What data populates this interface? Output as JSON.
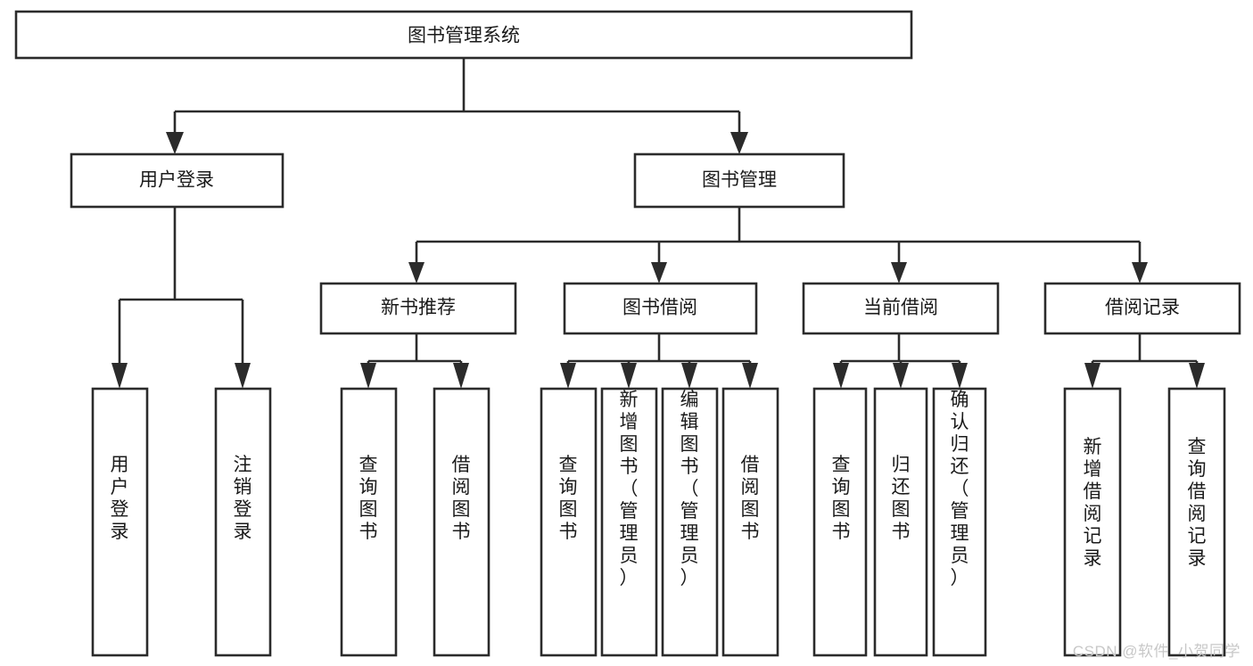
{
  "diagram": {
    "type": "tree",
    "title": "图书管理系统",
    "orientation": "top-down",
    "colors": {
      "box_stroke": "#2b2b2b",
      "box_fill": "#ffffff",
      "connector": "#2b2b2b",
      "text": "#1a1a1a",
      "watermark": "#c8c8c8",
      "background": "#ffffff"
    },
    "root": {
      "label": "图书管理系统"
    },
    "level1": [
      {
        "label": "用户登录"
      },
      {
        "label": "图书管理"
      }
    ],
    "level2": [
      {
        "label": "新书推荐"
      },
      {
        "label": "图书借阅"
      },
      {
        "label": "当前借阅"
      },
      {
        "label": "借阅记录"
      }
    ],
    "leaves": {
      "user_login": [
        {
          "label": "用户登录"
        },
        {
          "label": "注销登录"
        }
      ],
      "new_book_recommend": [
        {
          "label": "查询图书"
        },
        {
          "label": "借阅图书"
        }
      ],
      "book_borrow": [
        {
          "label": "查询图书"
        },
        {
          "label": "新增图书（管理员）"
        },
        {
          "label": "编辑图书（管理员）"
        },
        {
          "label": "借阅图书"
        }
      ],
      "current_borrow": [
        {
          "label": "查询图书"
        },
        {
          "label": "归还图书"
        },
        {
          "label": "确认归还（管理员）"
        }
      ],
      "borrow_record": [
        {
          "label": "新增借阅记录"
        },
        {
          "label": "查询借阅记录"
        }
      ]
    }
  },
  "watermark": {
    "text": "CSDN @软件_小贺同学"
  }
}
